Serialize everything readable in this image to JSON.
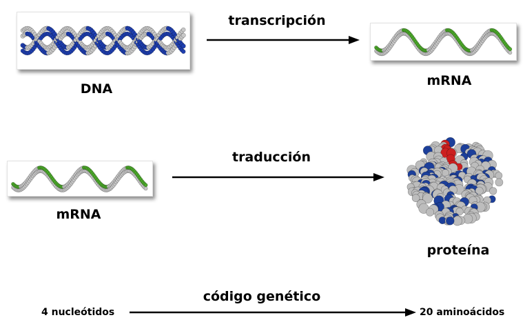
{
  "row1": {
    "arrow_label": "transcripción",
    "left_caption": "DNA",
    "right_caption": "mRNA"
  },
  "row2": {
    "arrow_label": "traducción",
    "left_caption": "mRNA",
    "right_caption": "proteína"
  },
  "row3": {
    "arrow_label": "código genético",
    "left_text": "4 nucleótidos",
    "right_text": "20 aminoácidos"
  },
  "colors": {
    "dna_blue": "#1f3fb0",
    "backbone_grey": "#c8c8c8",
    "rna_green": "#4caa2a",
    "protein_grey": "#bdbdbd",
    "protein_blue": "#1c3f9a",
    "protein_red": "#cc2020"
  }
}
